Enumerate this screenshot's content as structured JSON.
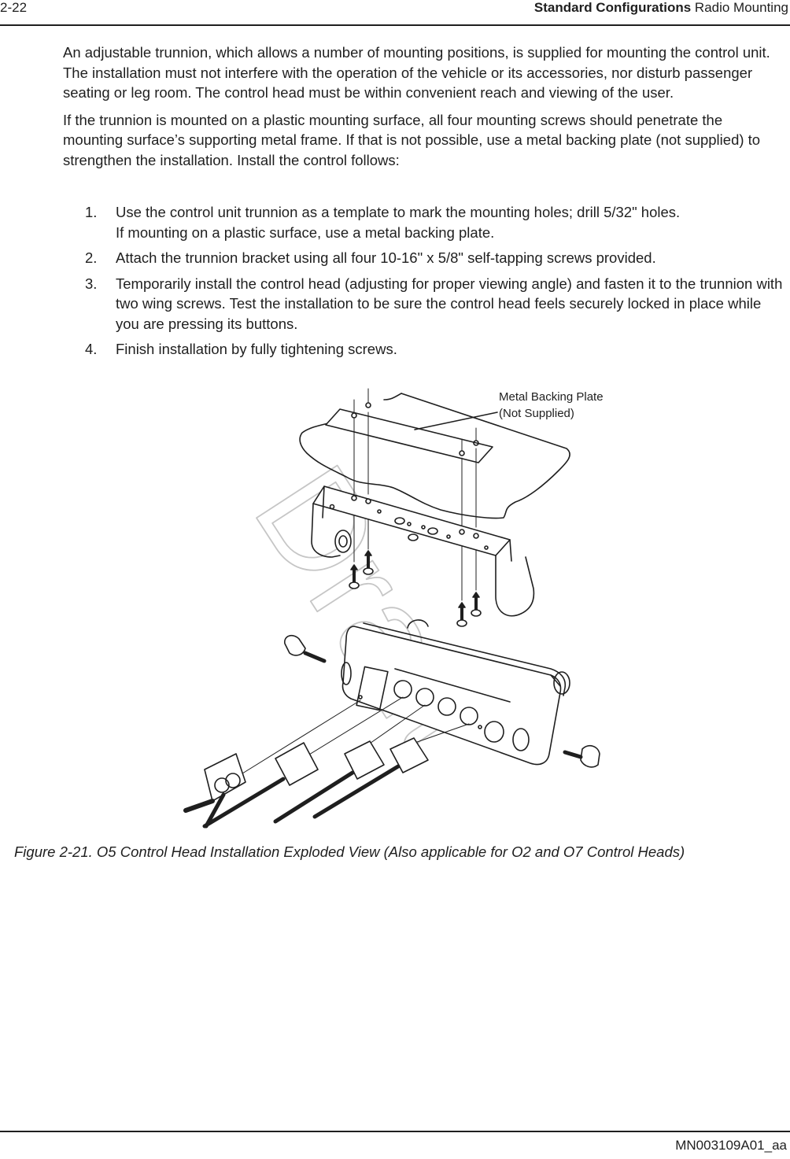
{
  "header": {
    "page_number": "2-22",
    "section_bold": "Standard Configurations",
    "section_rest": " Radio Mounting"
  },
  "body": {
    "paragraphs": [
      "An adjustable trunnion, which allows a number of mounting positions, is supplied for mounting the control unit. The installation must not interfere with the operation of the vehicle or its accessories, nor disturb passenger seating or leg room. The control head must be within convenient reach and viewing of the user.",
      "If the trunnion is mounted on a plastic mounting surface, all four mounting screws should penetrate the mounting surface’s supporting metal frame. If that is not possible, use a metal backing plate (not supplied) to strengthen the installation. Install the control follows:"
    ],
    "steps": [
      {
        "number": "1.",
        "text": "Use the control unit trunnion as a template to mark the mounting holes; drill 5/32\" holes.",
        "text2": "If mounting on a plastic surface, use a metal backing plate."
      },
      {
        "number": "2.",
        "text": "Attach the trunnion bracket using all four 10-16\" x 5/8\" self-tapping screws provided."
      },
      {
        "number": "3.",
        "text": "Temporarily install the control head (adjusting for proper viewing angle) and fasten it to the trunnion with two wing screws. Test the installation to be sure the control head feels securely locked in place while you are pressing its buttons."
      },
      {
        "number": "4.",
        "text": "Finish installation by fully tightening screws."
      }
    ]
  },
  "figure": {
    "callout_line1": "Metal Backing Plate",
    "callout_line2": "(Not Supplied)",
    "watermark": "Draft",
    "caption": "Figure 2-21.  O5 Control Head Installation Exploded View (Also applicable for O2 and O7 Control Heads)"
  },
  "footer": {
    "doc_id": "MN003109A01_aa"
  }
}
